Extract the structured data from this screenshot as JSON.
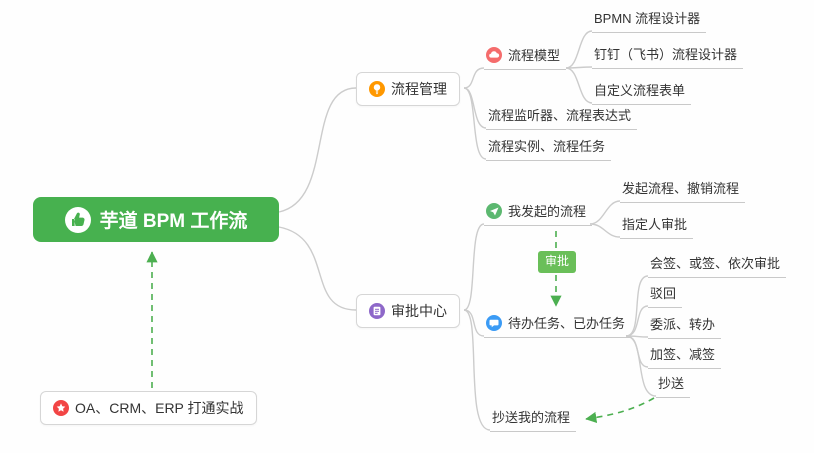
{
  "mindmap": {
    "root": {
      "label": "芋道 BPM 工作流"
    },
    "annotation": {
      "label": "OA、CRM、ERP 打通实战"
    },
    "branch_process": {
      "label": "流程管理",
      "model": {
        "label": "流程模型",
        "bpmn": {
          "label": "BPMN 流程设计器"
        },
        "dingtalk": {
          "label": "钉钉（飞书）流程设计器"
        },
        "custom_form": {
          "label": "自定义流程表单"
        }
      },
      "listener": {
        "label": "流程监听器、流程表达式"
      },
      "instance": {
        "label": "流程实例、流程任务"
      }
    },
    "branch_approval": {
      "label": "审批中心",
      "my_initiated": {
        "label": "我发起的流程",
        "initiate_cancel": {
          "label": "发起流程、撤销流程"
        },
        "assignee": {
          "label": "指定人审批"
        }
      },
      "edge_label": {
        "label": "审批"
      },
      "tasks": {
        "label": "待办任务、已办任务",
        "countersign": {
          "label": "会签、或签、依次审批"
        },
        "reject": {
          "label": "驳回"
        },
        "delegate": {
          "label": "委派、转办"
        },
        "sign": {
          "label": "加签、减签"
        },
        "cc": {
          "label": "抄送"
        }
      },
      "cc_my": {
        "label": "抄送我的流程"
      }
    }
  },
  "colors": {
    "root_bg": "#47b14f",
    "arrow_green": "#4caf50",
    "connector_gray": "#cccccc",
    "lightbulb_icon": "#ff9800",
    "approval_center_icon": "#8e68c9",
    "process_model_icon": "#f56c6c",
    "my_initiated_icon": "#5cb870",
    "todo_icon": "#3b9bf5",
    "star_icon": "#f24545"
  }
}
